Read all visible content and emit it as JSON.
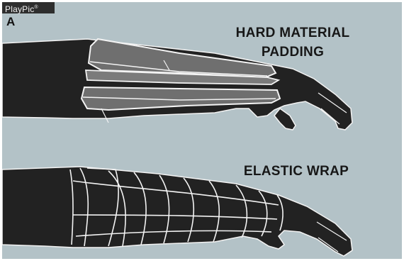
{
  "badge": {
    "brand": "PlayPic",
    "mark": "®"
  },
  "panel": {
    "letter": "A"
  },
  "labels": {
    "top_line1": "HARD MATERIAL",
    "top_line2": "PADDING",
    "bottom": "ELASTIC WRAP"
  },
  "colors": {
    "background": "#b3c2c7",
    "arm": "#222222",
    "padding": "#6f6f6f",
    "outline": "#f3f3f3"
  }
}
